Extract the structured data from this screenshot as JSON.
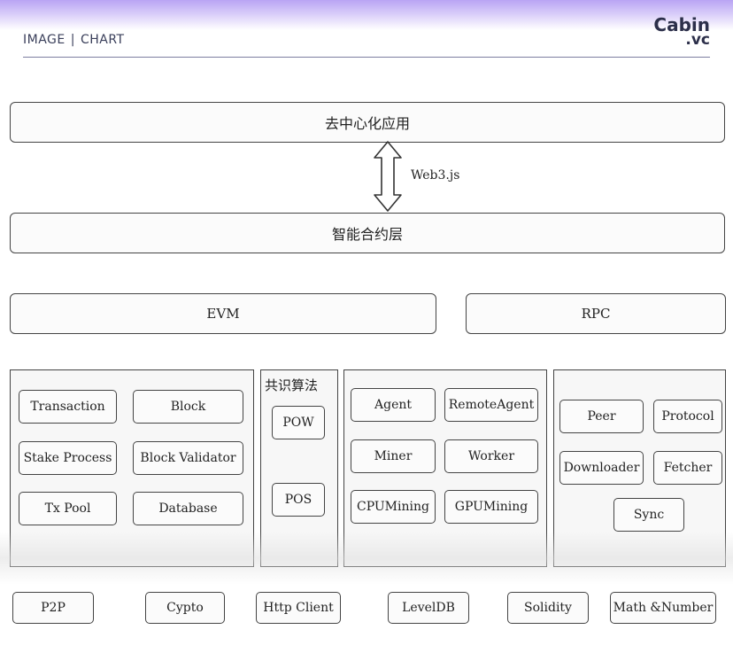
{
  "header": {
    "left": "IMAGE",
    "separator": "|",
    "right": "CHART"
  },
  "logo": {
    "line1": "Cabin",
    "line2": ".vc"
  },
  "layers": {
    "dapp": "去中心化应用",
    "web3": "Web3.js",
    "contract": "智能合约层",
    "evm": "EVM",
    "rpc": "RPC"
  },
  "core": {
    "transaction": "Transaction",
    "block": "Block",
    "stake_process": "Stake Process",
    "block_validator": "Block Validator",
    "tx_pool": "Tx Pool",
    "database": "Database"
  },
  "consensus": {
    "title": "共识算法",
    "pow": "POW",
    "pos": "POS"
  },
  "mining": {
    "agent": "Agent",
    "remote_agent": "RemoteAgent",
    "miner": "Miner",
    "worker": "Worker",
    "cpu_mining": "CPUMining",
    "gpu_mining": "GPUMining"
  },
  "network": {
    "peer": "Peer",
    "protocol": "Protocol",
    "downloader": "Downloader",
    "fetcher": "Fetcher",
    "sync": "Sync"
  },
  "base": {
    "p2p": "P2P",
    "crypto": "Cypto",
    "http_client": "Http Client",
    "leveldb": "LevelDB",
    "solidity": "Solidity",
    "math": "Math &Number"
  }
}
